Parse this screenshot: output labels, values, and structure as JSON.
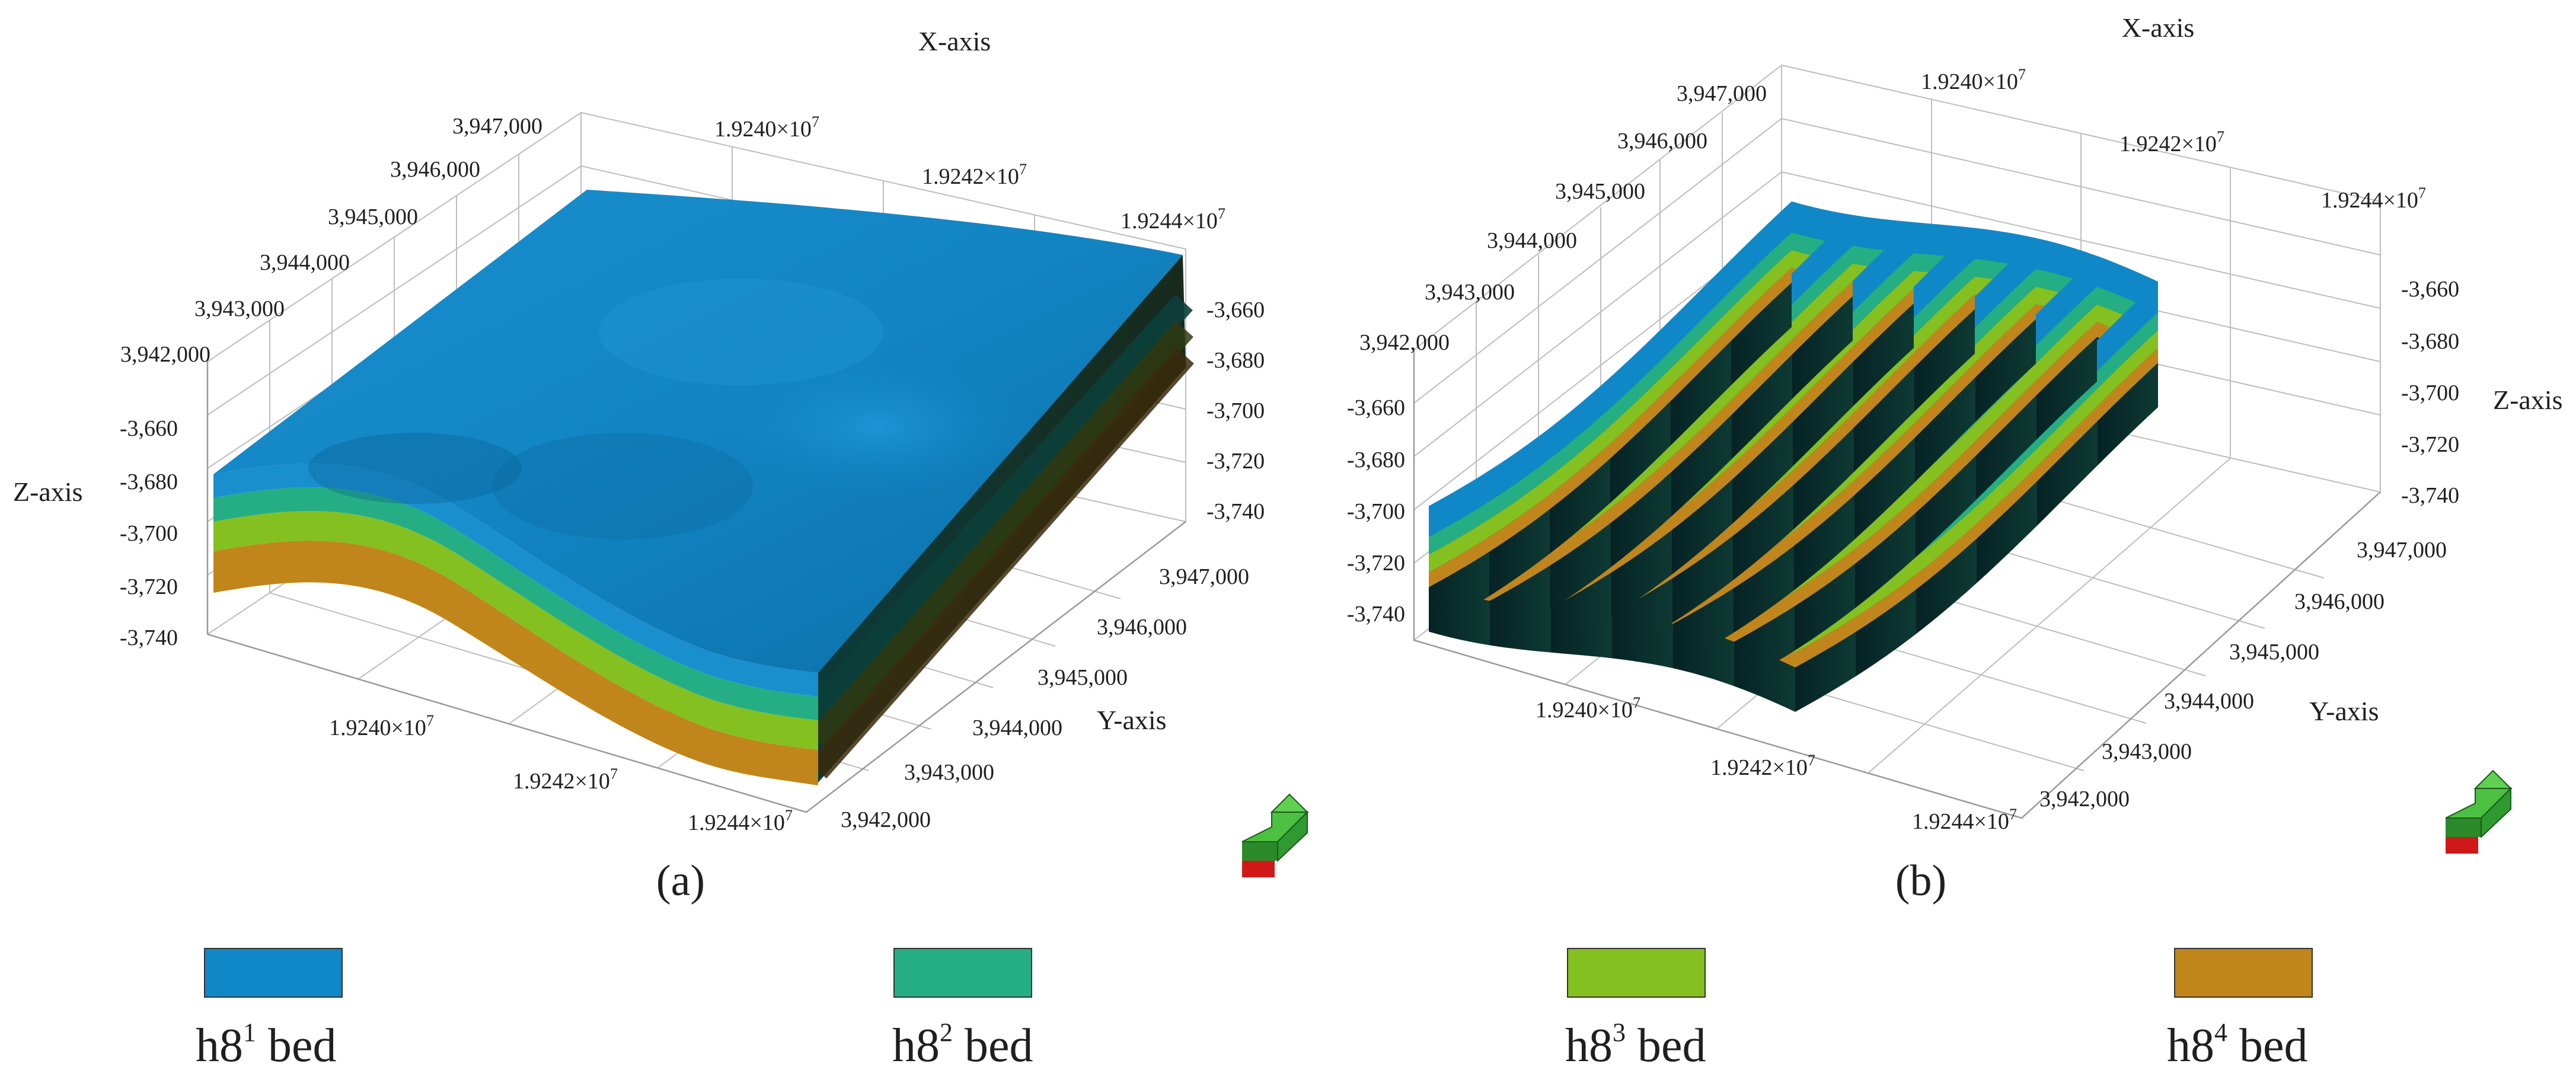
{
  "panels": [
    {
      "id": "a",
      "caption": "(a)",
      "x_axis_title": "X-axis",
      "y_axis_title": "Y-axis",
      "z_axis_title": "Z-axis",
      "x_ticks_top": [
        {
          "mantissa": "1.9240×10",
          "exp": "7"
        },
        {
          "mantissa": "1.9242×10",
          "exp": "7"
        },
        {
          "mantissa": "1.9244×10",
          "exp": "7"
        }
      ],
      "x_ticks_bottom": [
        {
          "mantissa": "1.9240×10",
          "exp": "7"
        },
        {
          "mantissa": "1.9242×10",
          "exp": "7"
        },
        {
          "mantissa": "1.9244×10",
          "exp": "7"
        }
      ],
      "y_ticks_left": [
        "3,947,000",
        "3,946,000",
        "3,945,000",
        "3,944,000",
        "3,943,000",
        "3,942,000"
      ],
      "y_ticks_right": [
        "3,947,000",
        "3,946,000",
        "3,945,000",
        "3,944,000",
        "3,943,000",
        "3,942,000"
      ],
      "z_ticks_left": [
        "-3,660",
        "-3,680",
        "-3,700",
        "-3,720",
        "-3,740"
      ],
      "z_ticks_right": [
        "-3,660",
        "-3,680",
        "-3,700",
        "-3,720",
        "-3,740"
      ]
    },
    {
      "id": "b",
      "caption": "(b)",
      "x_axis_title": "X-axis",
      "y_axis_title": "Y-axis",
      "z_axis_title": "Z-axis",
      "x_ticks_top": [
        {
          "mantissa": "1.9240×10",
          "exp": "7"
        },
        {
          "mantissa": "1.9242×10",
          "exp": "7"
        },
        {
          "mantissa": "1.9244×10",
          "exp": "7"
        }
      ],
      "x_ticks_bottom": [
        {
          "mantissa": "1.9240×10",
          "exp": "7"
        },
        {
          "mantissa": "1.9242×10",
          "exp": "7"
        },
        {
          "mantissa": "1.9244×10",
          "exp": "7"
        }
      ],
      "y_ticks_left": [
        "3,947,000",
        "3,946,000",
        "3,945,000",
        "3,944,000",
        "3,943,000",
        "3,942,000"
      ],
      "y_ticks_right": [
        "3,947,000",
        "3,946,000",
        "3,945,000",
        "3,944,000",
        "3,943,000",
        "3,942,000"
      ],
      "z_ticks_left": [
        "-3,660",
        "-3,680",
        "-3,700",
        "-3,720",
        "-3,740"
      ],
      "z_ticks_right": [
        "-3,660",
        "-3,680",
        "-3,700",
        "-3,720",
        "-3,740"
      ]
    }
  ],
  "legend": [
    {
      "base": "h8",
      "sup": "1",
      "suffix": " bed",
      "color": "#1088c8"
    },
    {
      "base": "h8",
      "sup": "2",
      "suffix": " bed",
      "color": "#25ae84"
    },
    {
      "base": "h8",
      "sup": "3",
      "suffix": " bed",
      "color": "#84c020"
    },
    {
      "base": "h8",
      "sup": "4",
      "suffix": " bed",
      "color": "#c0861b"
    }
  ],
  "colors": {
    "bed1": "#1088c8",
    "bed2": "#25ae84",
    "bed3": "#84c020",
    "bed4": "#c0861b",
    "shade": "#0b2a28",
    "grid": "#bdbdbd",
    "text": "#1f1f1f"
  },
  "icons": [
    "orientation-arrow-icon"
  ]
}
